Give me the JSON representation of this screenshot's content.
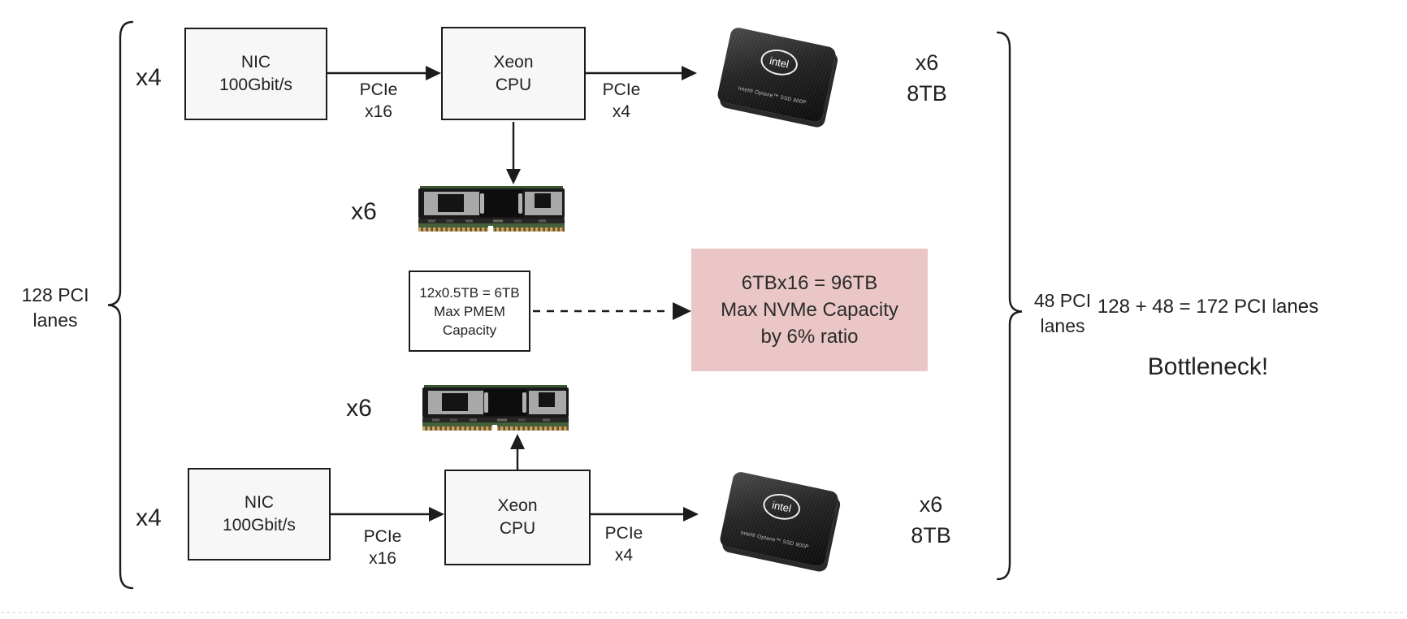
{
  "colors": {
    "line": "#1c1c1c",
    "box_fill": "#f7f7f7",
    "pink_fill": "#eac6c6",
    "text": "#222222"
  },
  "left_group": {
    "lanes_line1": "128 PCI",
    "lanes_line2": "lanes",
    "top_multiplier": "x4",
    "bottom_multiplier": "x4"
  },
  "top_row": {
    "nic_line1": "NIC",
    "nic_line2": "100Gbit/s",
    "pcie16_line1": "PCIe",
    "pcie16_line2": "x16",
    "cpu_line1": "Xeon",
    "cpu_line2": "CPU",
    "pcie4_line1": "PCIe",
    "pcie4_line2": "x4",
    "dimm_count": "x6",
    "ssd_logo": "intel",
    "ssd_caption": "Intel® Optane™ SSD 900P",
    "ssd_count": "x6",
    "ssd_capacity": "8TB"
  },
  "bottom_row": {
    "nic_line1": "NIC",
    "nic_line2": "100Gbit/s",
    "pcie16_line1": "PCIe",
    "pcie16_line2": "x16",
    "cpu_line1": "Xeon",
    "cpu_line2": "CPU",
    "pcie4_line1": "PCIe",
    "pcie4_line2": "x4",
    "dimm_count": "x6",
    "ssd_logo": "intel",
    "ssd_caption": "Intel® Optane™ SSD 900P",
    "ssd_count": "x6",
    "ssd_capacity": "8TB"
  },
  "pmem_box": {
    "line1": "12x0.5TB = 6TB",
    "line2": "Max PMEM",
    "line3": "Capacity"
  },
  "nvme_box": {
    "line1": "6TBx16 = 96TB",
    "line2": "Max NVMe Capacity",
    "line3": "by 6% ratio"
  },
  "right_group": {
    "lanes_line1": "48 PCI",
    "lanes_line2": "lanes",
    "sum_label": "128 + 48 = 172 PCI lanes",
    "warning_label": "Bottleneck!"
  }
}
